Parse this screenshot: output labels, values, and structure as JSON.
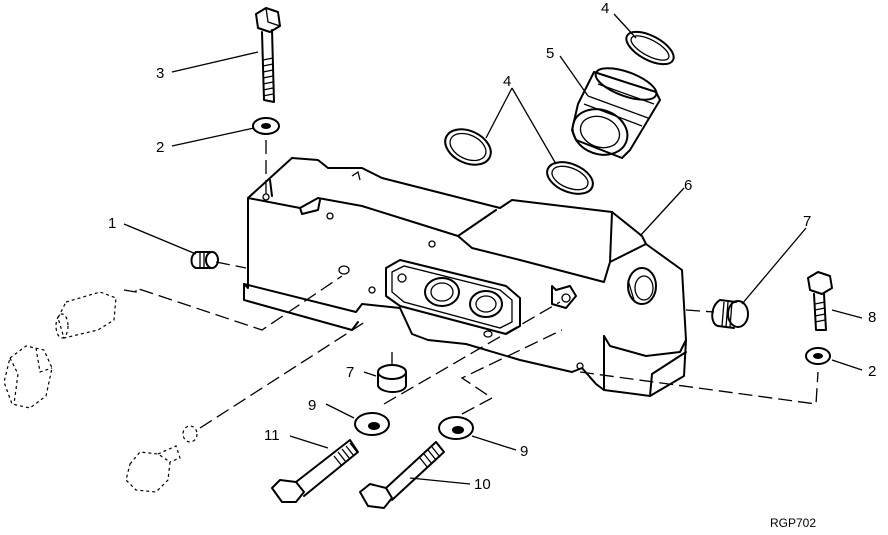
{
  "diagram": {
    "figure_code": "RGP702",
    "callouts": {
      "c1": "1",
      "c2a": "2",
      "c2b": "2",
      "c3": "3",
      "c4a": "4",
      "c4b": "4",
      "c5": "5",
      "c6": "6",
      "c7a": "7",
      "c7b": "7",
      "c8": "8",
      "c9a": "9",
      "c9b": "9",
      "c10": "10",
      "c11": "11"
    }
  }
}
